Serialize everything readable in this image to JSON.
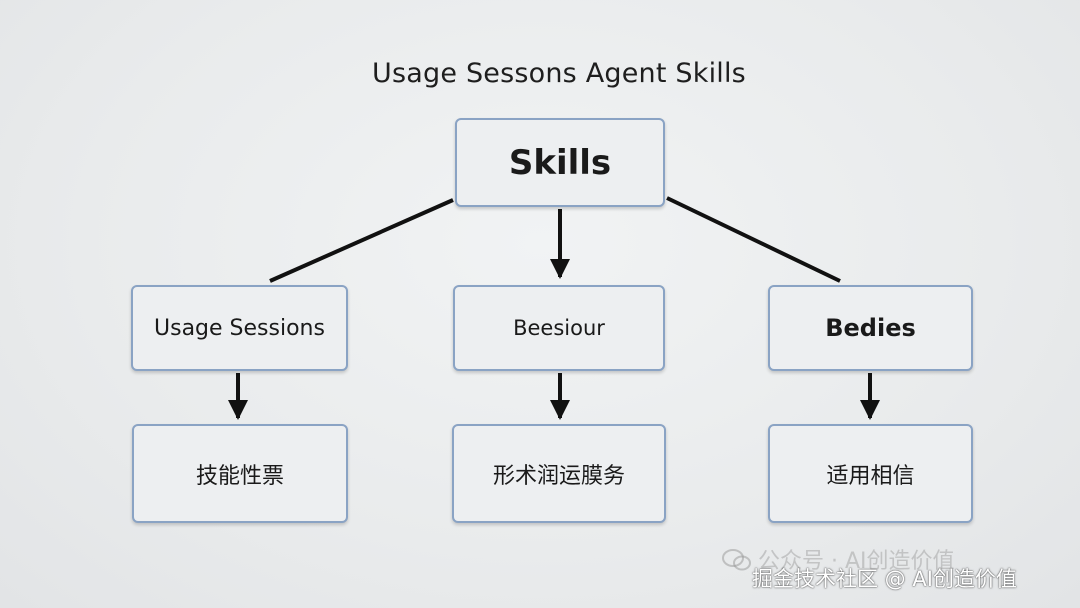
{
  "diagram": {
    "title": "Usage Sessons Agent Skills",
    "root": {
      "label": "Skills"
    },
    "branches": [
      {
        "label": "Usage Sessions",
        "child": "技能性票"
      },
      {
        "label": "Beesiour",
        "child": "形术润运膜务"
      },
      {
        "label": "Bedies",
        "child": "适用相信"
      }
    ]
  },
  "watermarks": {
    "faint": "公众号 · AI创造价值",
    "main": "掘金技术社区 @ AI创造价值"
  },
  "colors": {
    "background": "#eceeef",
    "node_border": "#8aa3c4",
    "node_fill": "#edeff1",
    "connector": "#111111"
  }
}
